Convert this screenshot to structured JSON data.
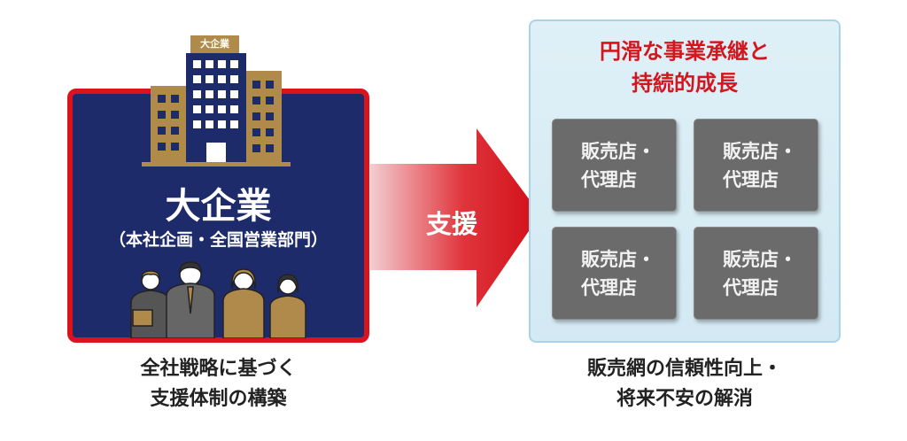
{
  "left": {
    "building_sign": "大企業",
    "title": "大企業",
    "subtitle": "（本社企画・全国営業部門）",
    "caption_lines": [
      "全社戦略に基づく",
      "支援体制の構築"
    ]
  },
  "arrow": {
    "label": "支援"
  },
  "right": {
    "title_lines": [
      "円滑な事業承継と",
      "持続的成長"
    ],
    "cards": [
      {
        "line1": "販売店・",
        "line2": "代理店"
      },
      {
        "line1": "販売店・",
        "line2": "代理店"
      },
      {
        "line1": "販売店・",
        "line2": "代理店"
      },
      {
        "line1": "販売店・",
        "line2": "代理店"
      }
    ],
    "caption_lines": [
      "販売網の信頼性向上・",
      "将来不安の解消"
    ]
  },
  "colors": {
    "navy": "#1e2b6a",
    "red": "#d9141c",
    "gold": "#b08a4a",
    "card": "#6b6b6b",
    "panel": "#dff0f7"
  }
}
